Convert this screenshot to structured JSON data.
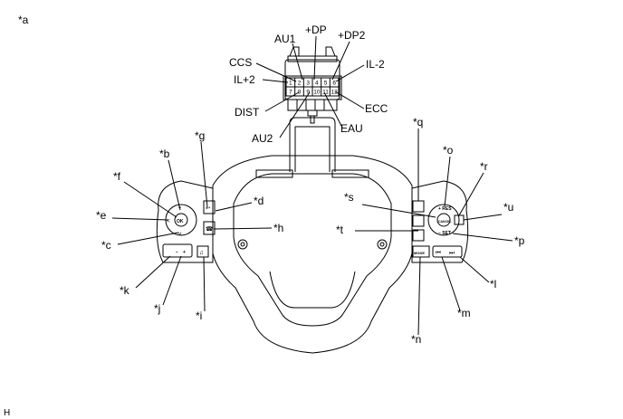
{
  "figure_id": "*a",
  "corner_mark": "H",
  "connector": {
    "pins_top": [
      "1",
      "2",
      "3",
      "4",
      "5",
      "6"
    ],
    "pins_bottom": [
      "7",
      "8",
      "9",
      "10",
      "11",
      "12"
    ],
    "labels": {
      "au1": "AU1",
      "dp": "+DP",
      "dp2": "+DP2",
      "ccs": "CCS",
      "il2": "IL-2",
      "ilp2": "IL+2",
      "dist": "DIST",
      "ecc": "ECC",
      "au2": "AU2",
      "eau": "EAU"
    }
  },
  "callouts": {
    "b": "*b",
    "c": "*c",
    "d": "*d",
    "e": "*e",
    "f": "*f",
    "g": "*g",
    "h": "*h",
    "i": "*i",
    "j": "*j",
    "k": "*k",
    "l": "*l",
    "m": "*m",
    "n": "*n",
    "o": "*o",
    "p": "*p",
    "q": "*q",
    "r": "*r",
    "s": "*s",
    "t": "*t",
    "u": "*u"
  },
  "button_text": {
    "ok": "OK",
    "mode": "MODE",
    "res": "+ RES",
    "cancel": "CANCEL",
    "minus": "−",
    "plus": "+",
    "set": "− SET"
  }
}
